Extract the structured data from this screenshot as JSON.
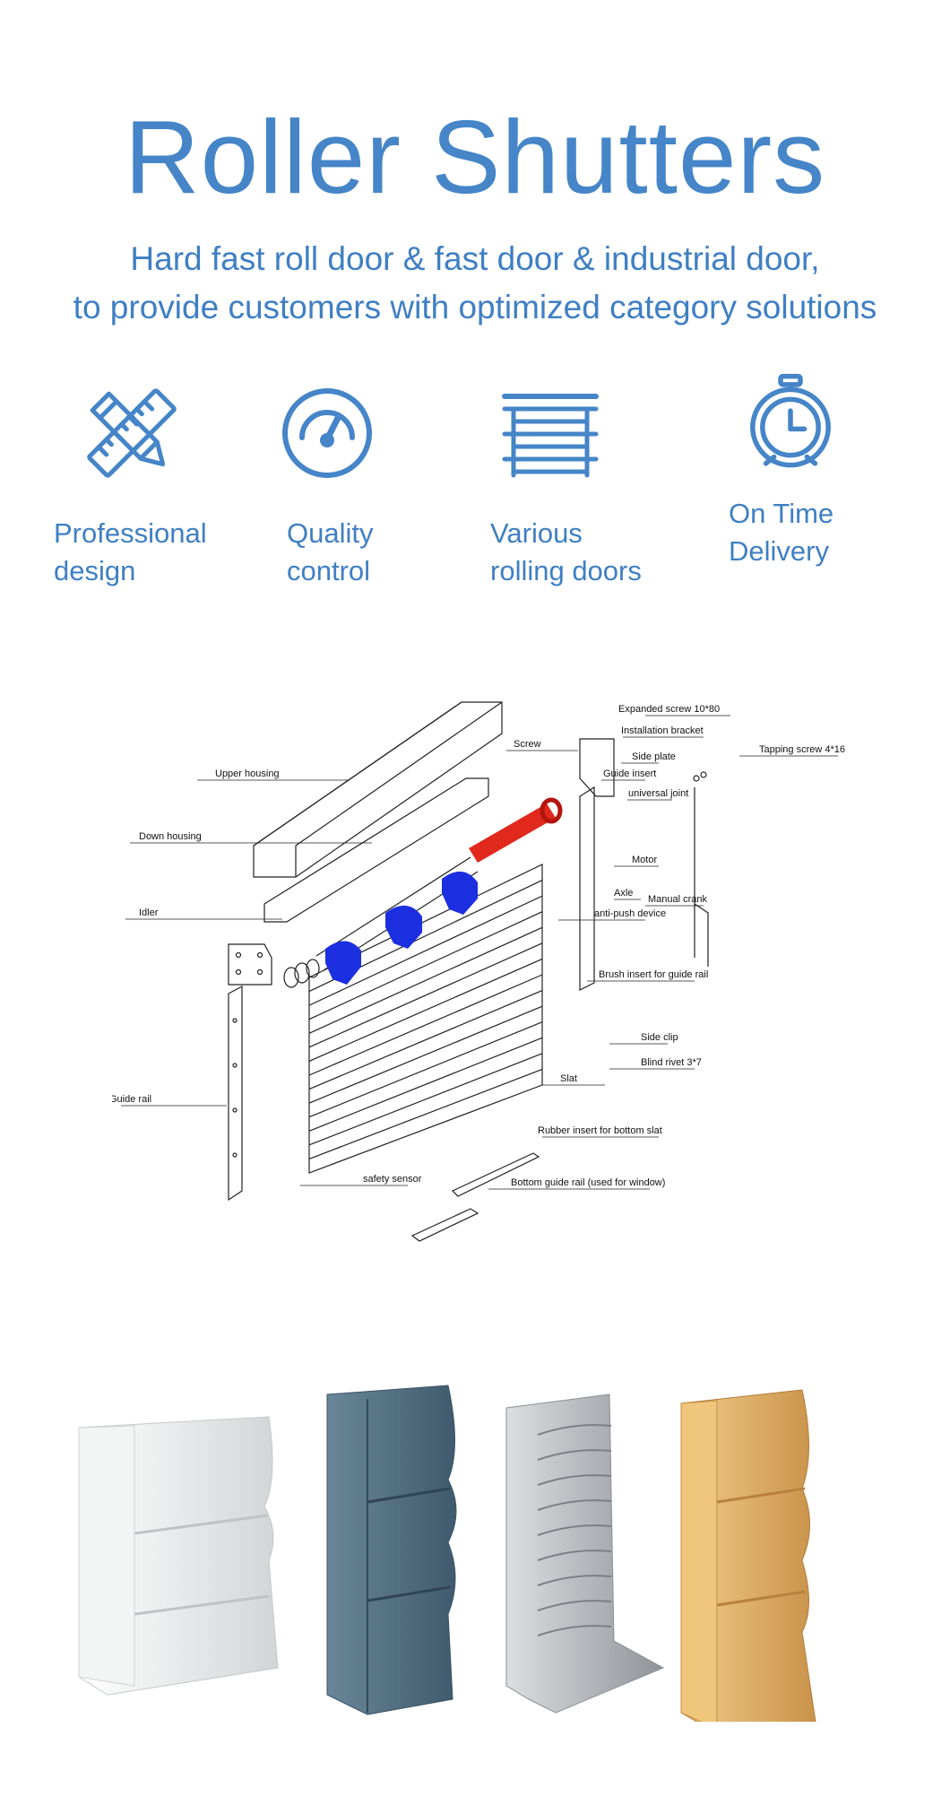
{
  "header": {
    "title": "Roller Shutters",
    "subtitle_line1": "Hard fast roll door & fast door & industrial door,",
    "subtitle_line2": "to provide customers with optimized category solutions"
  },
  "features": [
    {
      "icon": "ruler-pencil-icon",
      "line1": "Professional",
      "line2": "design"
    },
    {
      "icon": "gauge-icon",
      "line1": "Quality",
      "line2": "control"
    },
    {
      "icon": "rolling-door-icon",
      "line1": "Various",
      "line2": "rolling doors"
    },
    {
      "icon": "stopwatch-icon",
      "line1": "On Time",
      "line2": "Delivery"
    }
  ],
  "diagram_labels": {
    "expanded_screw": "Expanded screw 10*80",
    "installation_bracket": "Installation bracket",
    "screw": "Screw",
    "upper_housing": "Upper  housing",
    "side_plate": "Side plate",
    "tapping_screw": "Tapping screw  4*16",
    "guide_insert": "Guide insert",
    "universal_joint": "universal joint",
    "down_housing": "Down  housing",
    "motor": "Motor",
    "axle": "Axle",
    "manual_crank": "Manual crank",
    "anti_push": "anti-push device",
    "idler": "Idler",
    "brush_insert": "Brush insert for guide rail",
    "side_clip": "Side clip",
    "blind_rivet": "Blind rivet 3*7",
    "slat": "Slat",
    "guide_rail": "Guide rail",
    "rubber_insert": "Rubber insert for bottom slat",
    "safety_sensor": "safety sensor",
    "bottom_guide_rail": "Bottom guide rail (used for window)"
  },
  "colors": {
    "accent": "#4585c8",
    "motor": "#e0281d",
    "bracket": "#1c2fe0",
    "slat_white": "#e4e6e6",
    "slat_blue": "#4e6b80",
    "slat_silver": "#b8bbbe",
    "slat_gold": "#e3b56a"
  }
}
